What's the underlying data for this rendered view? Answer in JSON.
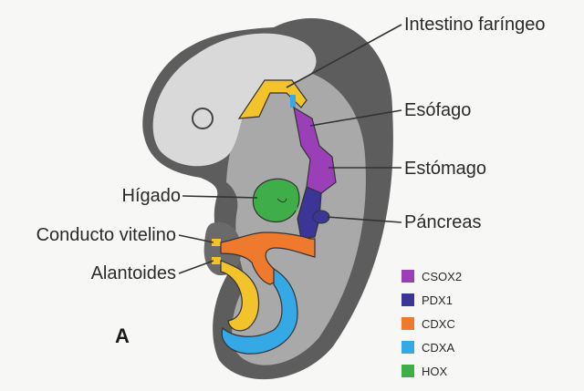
{
  "labels": {
    "pharyngeal_gut": "Intestino faríngeo",
    "esophagus": "Esófago",
    "stomach": "Estómago",
    "liver": "Hígado",
    "pancreas": "Páncreas",
    "vitelline_duct": "Conducto vitelino",
    "allantois": "Alantoides"
  },
  "panel_letter": "A",
  "legend": [
    {
      "name": "CSOX2",
      "color": "#9b3fb8"
    },
    {
      "name": "PDX1",
      "color": "#3a3596"
    },
    {
      "name": "CDXC",
      "color": "#ef7a2e"
    },
    {
      "name": "CDXA",
      "color": "#35a9e6"
    },
    {
      "name": "HOX",
      "color": "#3fae49"
    }
  ],
  "colors": {
    "outer_body": "#5d5d5d",
    "inner_body": "#a9a9a9",
    "head": "#d9d9d9",
    "pharynx": "#f2c32a",
    "liver": "#3fae49"
  }
}
